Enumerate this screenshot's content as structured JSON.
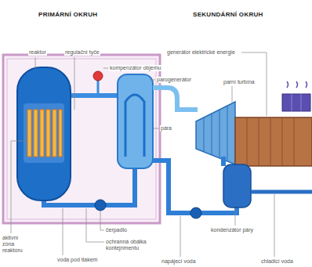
{
  "diagram": {
    "labels": [
      "PRIMÁRNÍ OKRUH",
      "SEKUNDÁRNÍ OKRUH",
      "reaktor",
      "regulační tyče",
      "kompenzátor objemu",
      "parogenerátor",
      "pára",
      "generátor elektrické energie",
      "parní turbína",
      "aktivní zóna reaktoru",
      "čerpadlo",
      "ochranná obálka kontejnmentu",
      "voda pod tlakem",
      "kondenzátor páry",
      "napájecí voda",
      "chladicí voda"
    ]
  }
}
